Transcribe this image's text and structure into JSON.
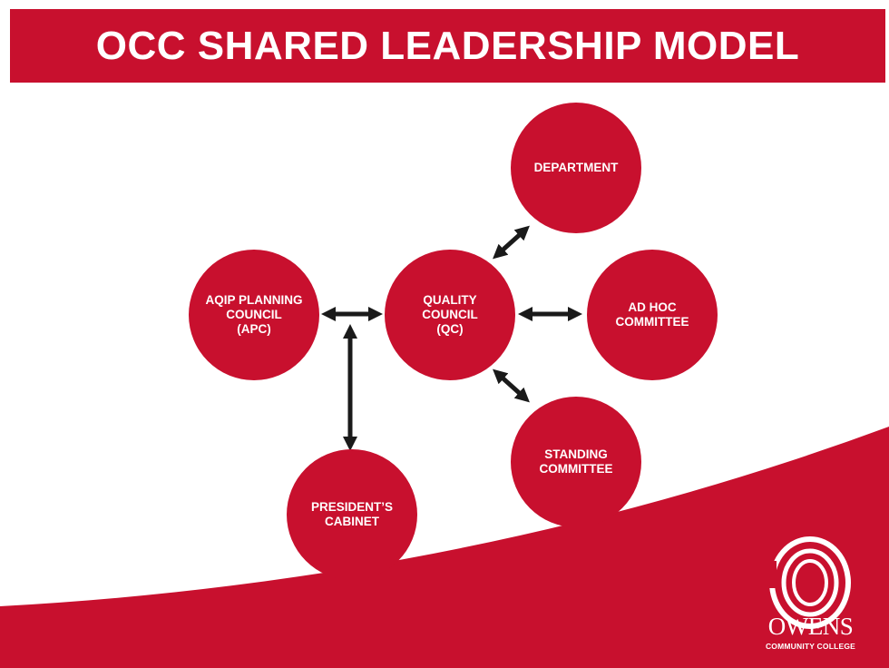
{
  "title": "OCC SHARED LEADERSHIP MODEL",
  "colors": {
    "brand_red": "#c8102e",
    "arrow": "#1a1a1a",
    "text_on_red": "#ffffff"
  },
  "nodes": {
    "qc": "QUALITY\nCOUNCIL\n(QC)",
    "apc": "AQIP PLANNING\nCOUNCIL\n(APC)",
    "department": "DEPARTMENT",
    "ad_hoc": "AD HOC\nCOMMITTEE",
    "standing": "STANDING\nCOMMITTEE",
    "presidents_cabinet": "PRESIDENT’S\nCABINET"
  },
  "connections": [
    {
      "from": "apc",
      "to": "qc",
      "type": "bidirectional"
    },
    {
      "from": "qc",
      "to": "department",
      "type": "bidirectional"
    },
    {
      "from": "qc",
      "to": "ad_hoc",
      "type": "bidirectional"
    },
    {
      "from": "qc",
      "to": "standing",
      "type": "bidirectional"
    },
    {
      "from": "apc",
      "to": "presidents_cabinet",
      "type": "bidirectional"
    }
  ],
  "logo": {
    "icon": "owens-o-logo-icon",
    "name": "OWENS",
    "tagline": "COMMUNITY COLLEGE"
  }
}
